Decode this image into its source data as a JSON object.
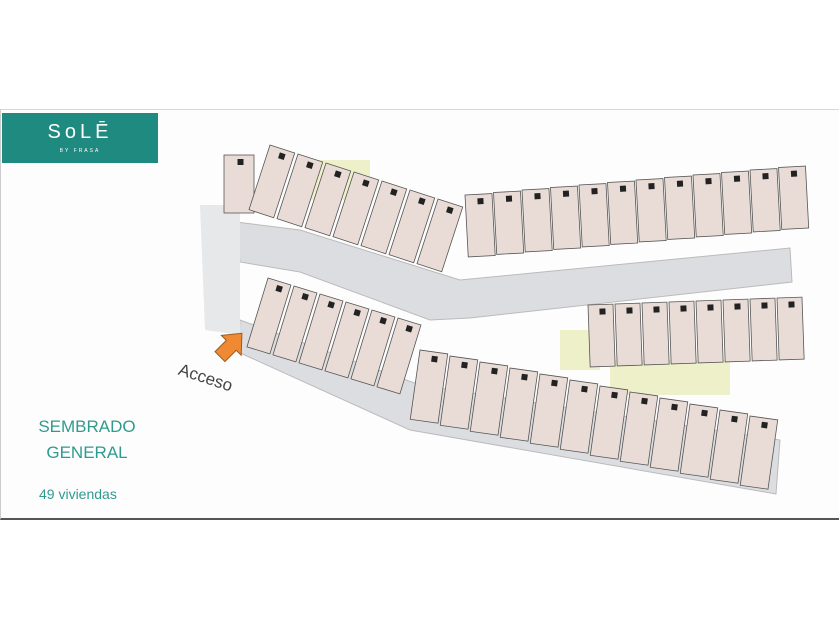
{
  "logo": {
    "name": "SoLĒ",
    "subtitle": "BY FRASA"
  },
  "title_line1": "SEMBRADO",
  "title_line2": "GENERAL",
  "units_count": "49 viviendas",
  "access_label": "Acceso",
  "colors": {
    "brand": "#1f8b80",
    "text_accent": "#2f9b8f",
    "arrow": "#f08a32",
    "road": "#dcdde0"
  }
}
